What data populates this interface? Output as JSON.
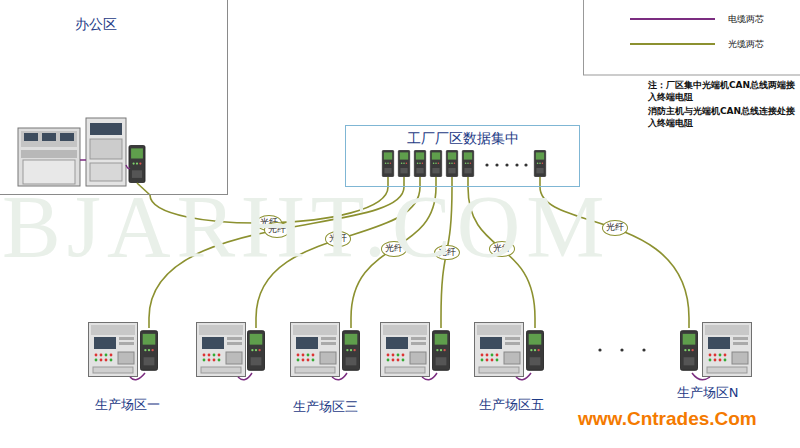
{
  "diagram": {
    "nodes": [
      {
        "text": [
          "办公区"
        ]
      },
      {
        "text": [
          "工厂厂区数据集中"
        ]
      },
      {
        "text": [
          "生产场区一"
        ]
      },
      {
        "text": [
          "生产场区三"
        ]
      },
      {
        "text": [
          "生产场区五"
        ]
      },
      {
        "text": [
          "生产场区N"
        ]
      }
    ],
    "edges": [
      {
        "from": 0,
        "to": 1,
        "arrow": "none",
        "label": "光纤"
      },
      {
        "from": 1,
        "to": 2,
        "arrow": "none",
        "label": "光纤"
      },
      {
        "from": 1,
        "to": 3,
        "arrow": "none",
        "label": "光纤"
      },
      {
        "from": 1,
        "to": 4,
        "arrow": "none",
        "label": "光纤"
      },
      {
        "from": 1,
        "to": 5,
        "arrow": "none",
        "label": "光纤"
      }
    ],
    "labels": [
      "光纤",
      "光纤",
      "注：厂区集中光端机CAN总线两端接入终端电阻",
      "消防主机与光端机CAN总线连接处接入终端电阻",
      "BJARHT.COM",
      "www.Cntrades.Com"
    ],
    "legend": [
      {
        "text": "电缆两芯"
      },
      {
        "text": "光缆两芯"
      }
    ]
  }
}
